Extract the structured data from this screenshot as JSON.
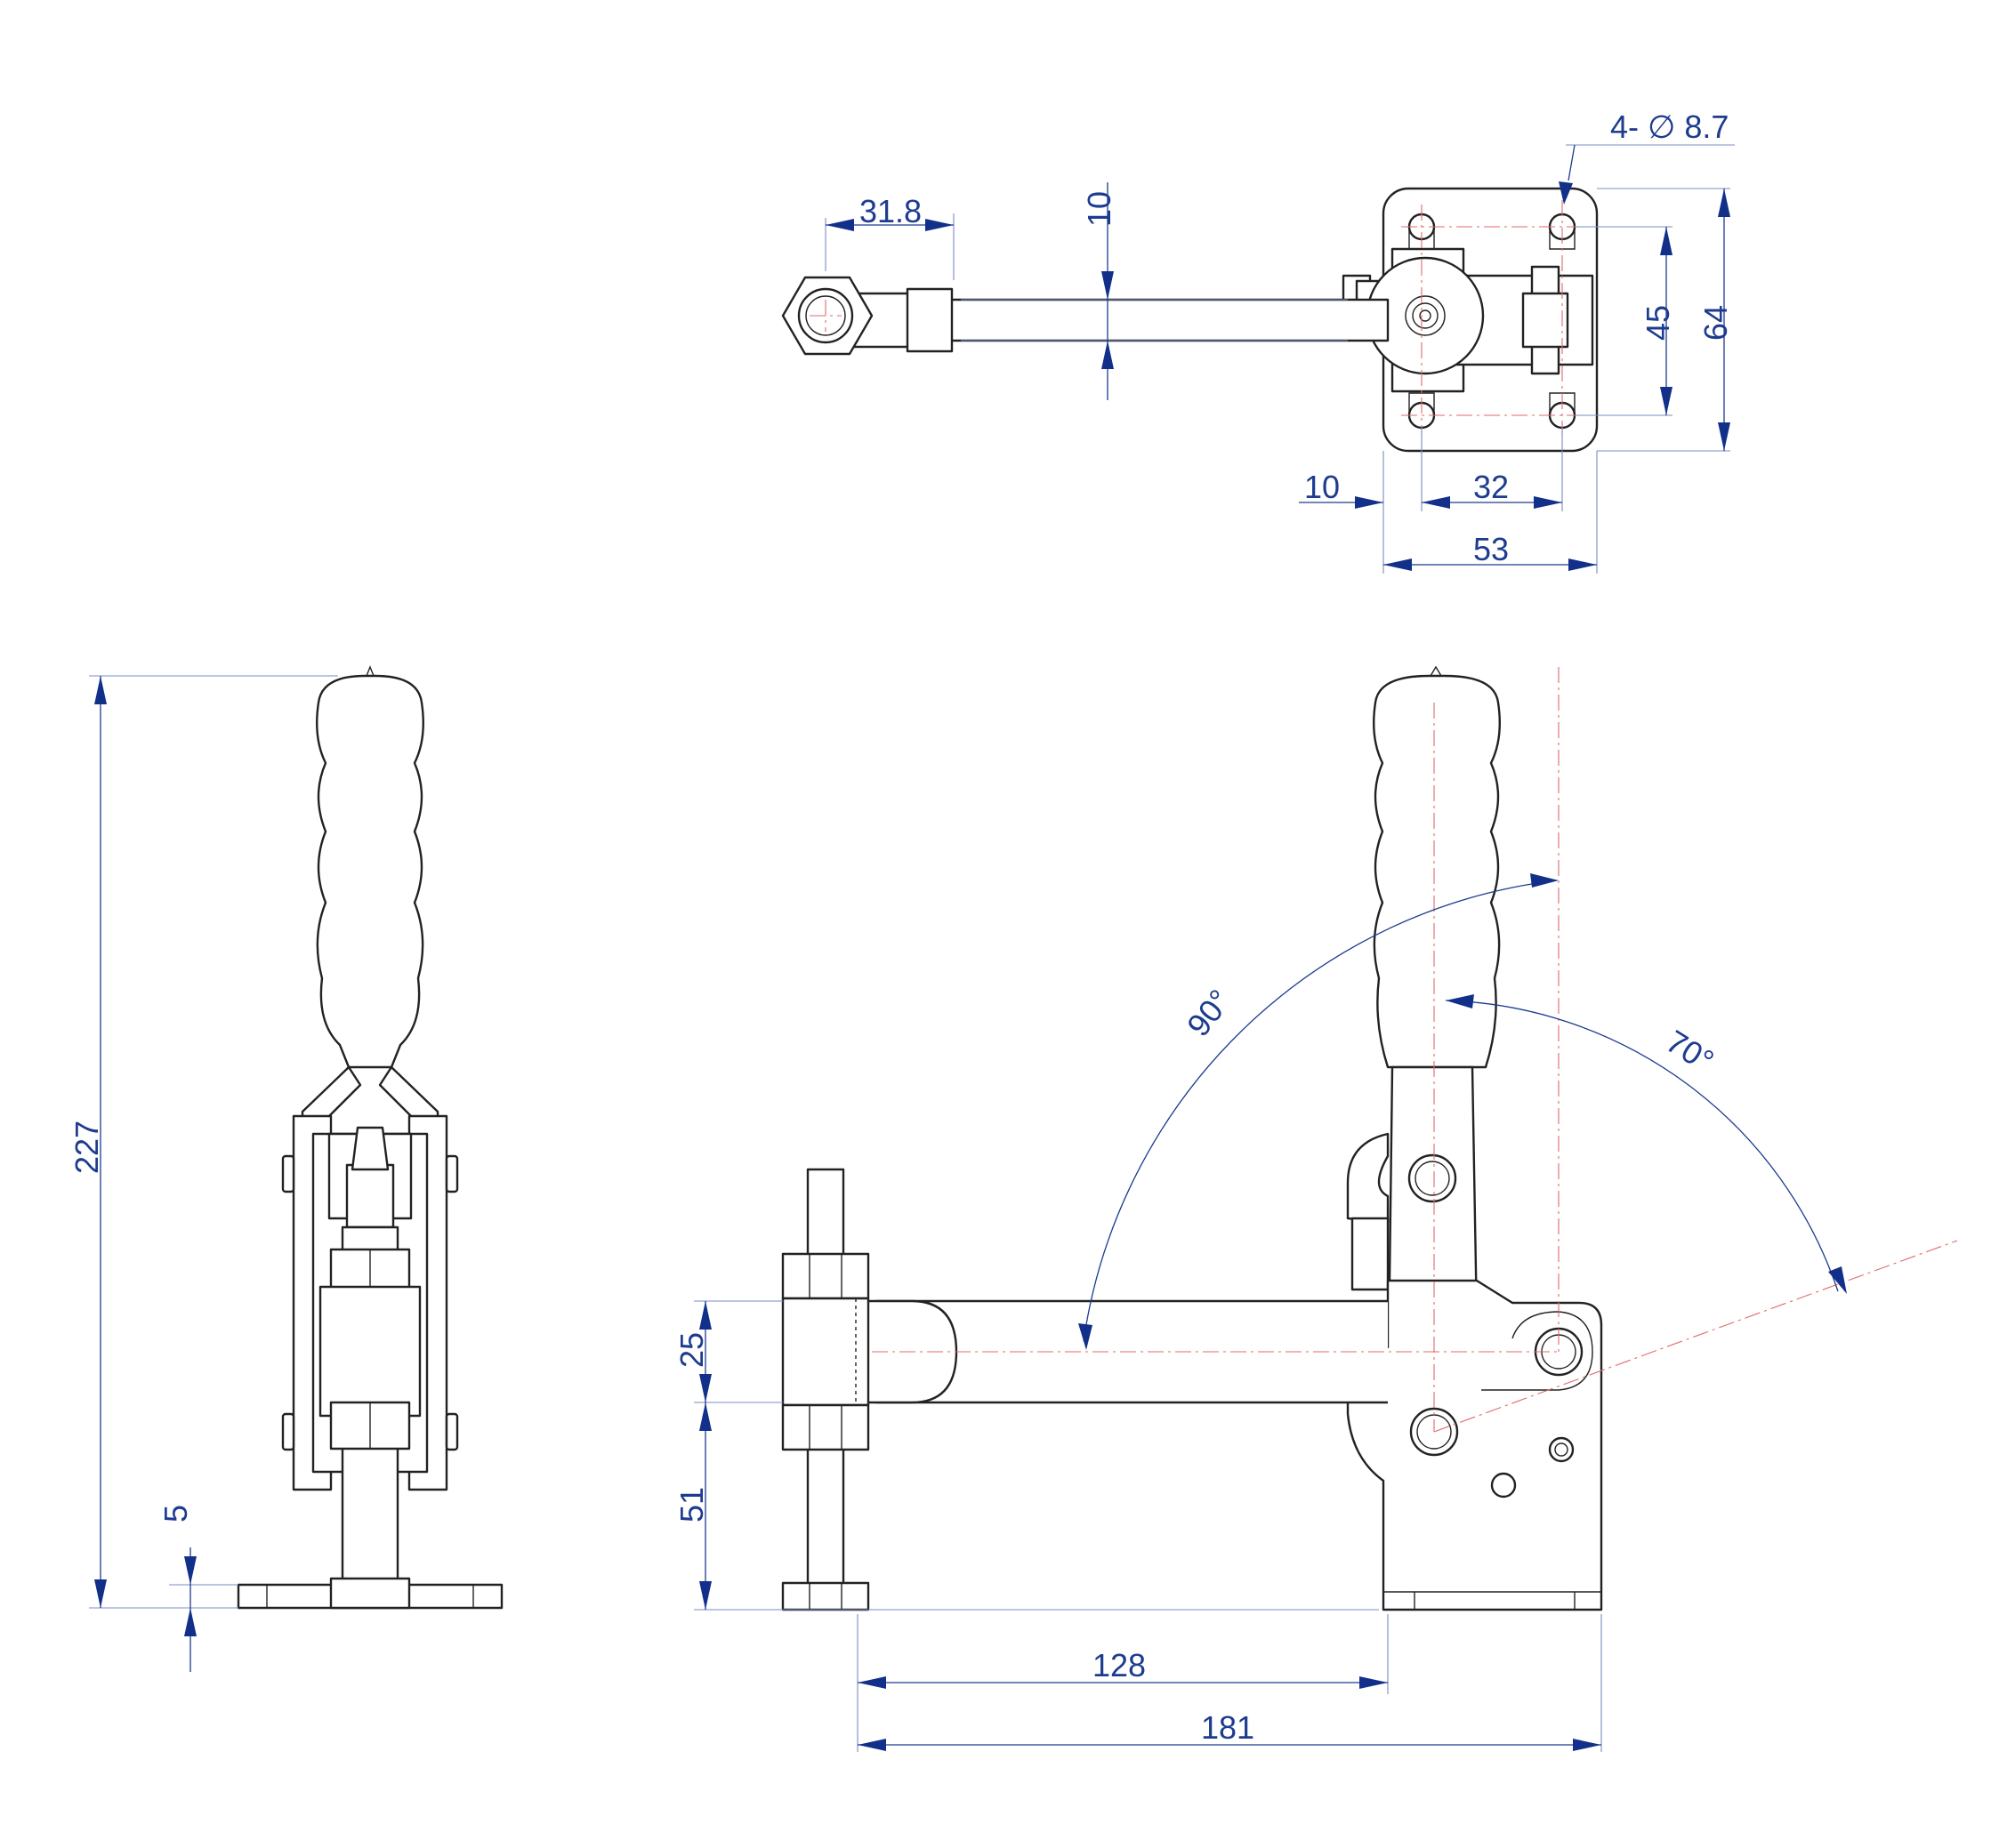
{
  "dimensions": {
    "top_view": {
      "hole_spec": "4- ∅ 8.7",
      "arm_offset": "31.8",
      "arm_width": "10",
      "hole_pitch_vertical": "45",
      "base_height": "64",
      "edge_to_hole": "10",
      "hole_pitch_horizontal": "32",
      "base_width": "53"
    },
    "side_view": {
      "overall_height": "227",
      "base_thickness": "5"
    },
    "front_view": {
      "open_angle_handle": "90°",
      "open_angle_arm": "70°",
      "arm_height": "25",
      "spindle_height": "51",
      "spindle_reach": "128",
      "overall_length": "181"
    }
  },
  "colors": {
    "outline": "#222222",
    "dimension": "#1d3c8f",
    "centerline": "#e06a6a"
  }
}
